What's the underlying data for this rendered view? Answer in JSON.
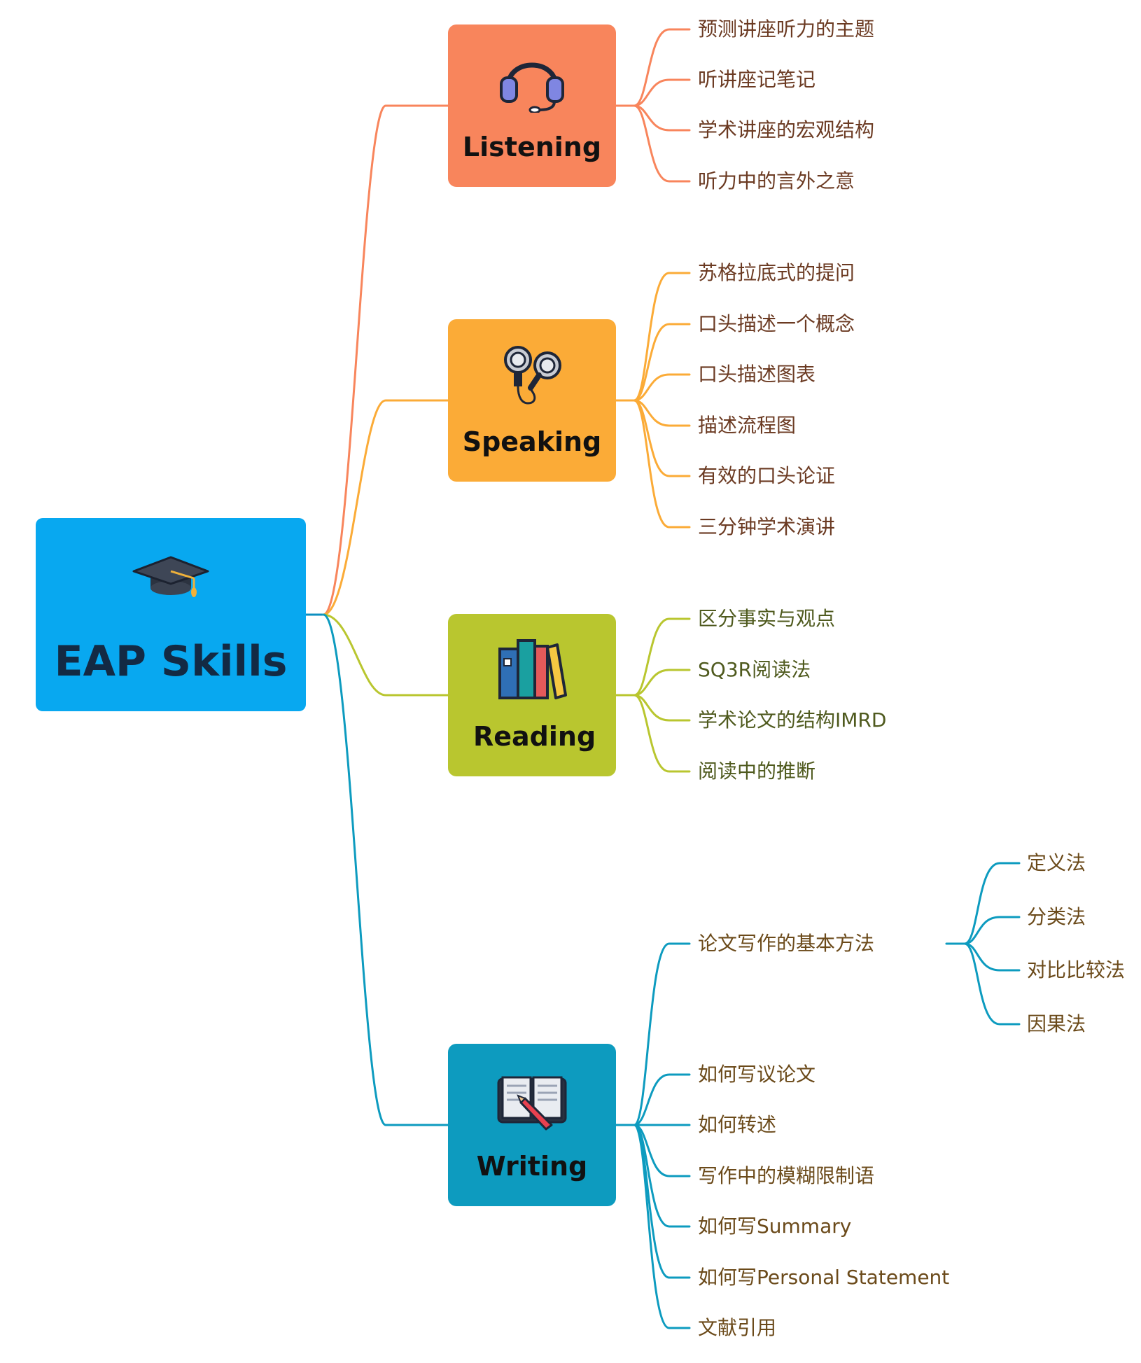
{
  "root": {
    "title": "EAP Skills",
    "icon": "graduation-cap-icon",
    "color": "#08a8f0"
  },
  "branches": [
    {
      "id": "listening",
      "label": "Listening",
      "icon": "headset-icon",
      "color": "#f8855c",
      "text_color": "#6b3a22",
      "items": [
        "预测讲座听力的主题",
        "听讲座记笔记",
        "学术讲座的宏观结构",
        "听力中的言外之意"
      ]
    },
    {
      "id": "speaking",
      "label": "Speaking",
      "icon": "earphones-icon",
      "color": "#fbab37",
      "text_color": "#6b3a22",
      "items": [
        "苏格拉底式的提问",
        "口头描述一个概念",
        "口头描述图表",
        "描述流程图",
        "有效的口头论证",
        "三分钟学术演讲"
      ]
    },
    {
      "id": "reading",
      "label": "Reading",
      "icon": "books-icon",
      "color": "#b9c62f",
      "text_color": "#4f5a1e",
      "items": [
        "区分事实与观点",
        "SQ3R阅读法",
        "学术论文的结构IMRD",
        "阅读中的推断"
      ]
    },
    {
      "id": "writing",
      "label": "Writing",
      "icon": "open-book-pencil-icon",
      "color": "#0d9bbf",
      "text_color": "#6b4a1a",
      "items": [
        {
          "label": "论文写作的基本方法",
          "children": [
            "定义法",
            "分类法",
            "对比比较法",
            "因果法"
          ]
        },
        {
          "label": "如何写议论文"
        },
        {
          "label": "如何转述"
        },
        {
          "label": "写作中的模糊限制语"
        },
        {
          "label": "如何写Summary"
        },
        {
          "label": "如何写Personal Statement"
        },
        {
          "label": "文献引用"
        }
      ]
    }
  ],
  "colors": {
    "root_link": "#0d8fc0",
    "title_text": "#132a44"
  }
}
